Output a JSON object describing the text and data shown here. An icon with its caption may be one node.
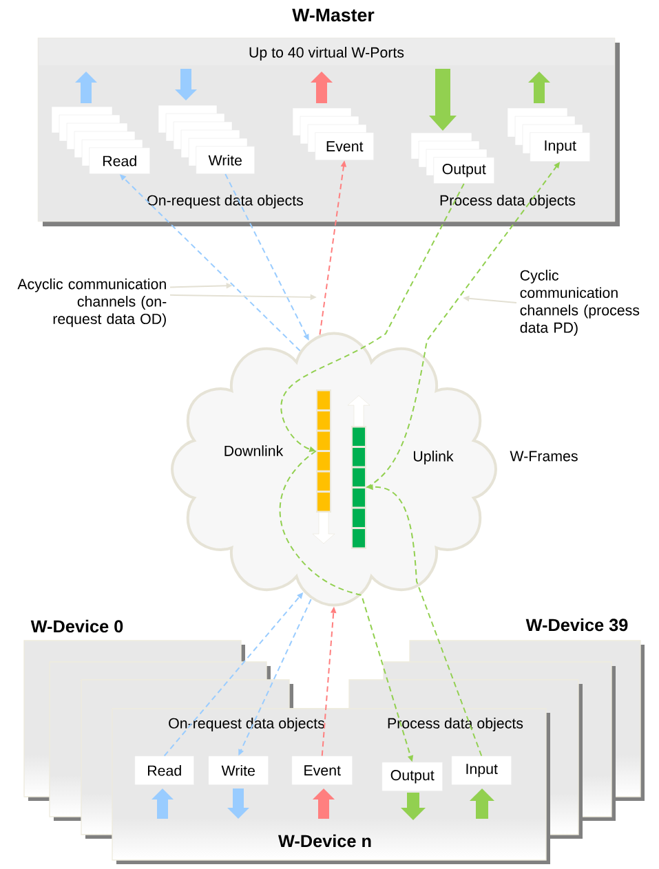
{
  "diagram": {
    "nodes": [
      {
        "text": [
          "W-Master",
          "Up to 40 virtual W-Ports",
          "On-request data objects",
          "Process data objects"
        ]
      },
      {
        "text": [
          "Read"
        ],
        "in": 0
      },
      {
        "text": [
          "Write"
        ],
        "in": 0
      },
      {
        "text": [
          "Event"
        ],
        "in": 0
      },
      {
        "text": [
          "Output"
        ],
        "in": 0
      },
      {
        "text": [
          "Input"
        ],
        "in": 0
      },
      {
        "text": [
          "Acyclic communication channels (on-request data OD)"
        ]
      },
      {
        "text": [
          "Cyclic communication channels (process data PD)"
        ]
      },
      {
        "text": [
          "Downlink",
          "Uplink"
        ],
        "beside": [
          "W-Frames"
        ]
      },
      {
        "text": [],
        "shape": "bar",
        "in": 8
      },
      {
        "text": [],
        "shape": "bar",
        "in": 8
      },
      {
        "text": [
          "On-request data objects",
          "Process data objects",
          "W-Device n"
        ]
      },
      {
        "text": [
          "Read"
        ],
        "in": 11
      },
      {
        "text": [
          "Write"
        ],
        "in": 11
      },
      {
        "text": [
          "Event"
        ],
        "in": 11
      },
      {
        "text": [
          "Output"
        ],
        "in": 11
      },
      {
        "text": [
          "Input"
        ],
        "in": 11
      }
    ],
    "edges": [
      {
        "from": 8,
        "to": 1,
        "arrow": "to",
        "style": "dashed",
        "color": "#99ccff"
      },
      {
        "from": 2,
        "to": 8,
        "arrow": "to",
        "style": "dashed",
        "color": "#99ccff"
      },
      {
        "from": 8,
        "to": 3,
        "arrow": "to",
        "style": "dashed",
        "color": "#ff7f7f"
      },
      {
        "from": 4,
        "to": 9,
        "arrow": "to",
        "style": "dashed",
        "color": "#92d050"
      },
      {
        "from": 10,
        "to": 5,
        "arrow": "to",
        "style": "dashed",
        "color": "#92d050"
      },
      {
        "from": 12,
        "to": 8,
        "arrow": "to",
        "style": "dashed",
        "color": "#99ccff"
      },
      {
        "from": 8,
        "to": 13,
        "arrow": "to",
        "style": "dashed",
        "color": "#99ccff"
      },
      {
        "from": 14,
        "to": 8,
        "arrow": "to",
        "style": "dashed",
        "color": "#ff7f7f"
      },
      {
        "from": 9,
        "to": 15,
        "arrow": "to",
        "style": "dashed",
        "color": "#92d050"
      },
      {
        "from": 16,
        "to": 10,
        "arrow": "to",
        "style": "dashed",
        "color": "#92d050"
      },
      {
        "from": 6,
        "to": null,
        "arrow": "to",
        "color": "#e3e0d3"
      },
      {
        "from": 6,
        "to": null,
        "arrow": "to",
        "color": "#e3e0d3"
      },
      {
        "from": 7,
        "to": null,
        "arrow": "to",
        "color": "#e3e0d3"
      }
    ],
    "labels": [
      "W-Device 0",
      "W-Device 39"
    ]
  }
}
